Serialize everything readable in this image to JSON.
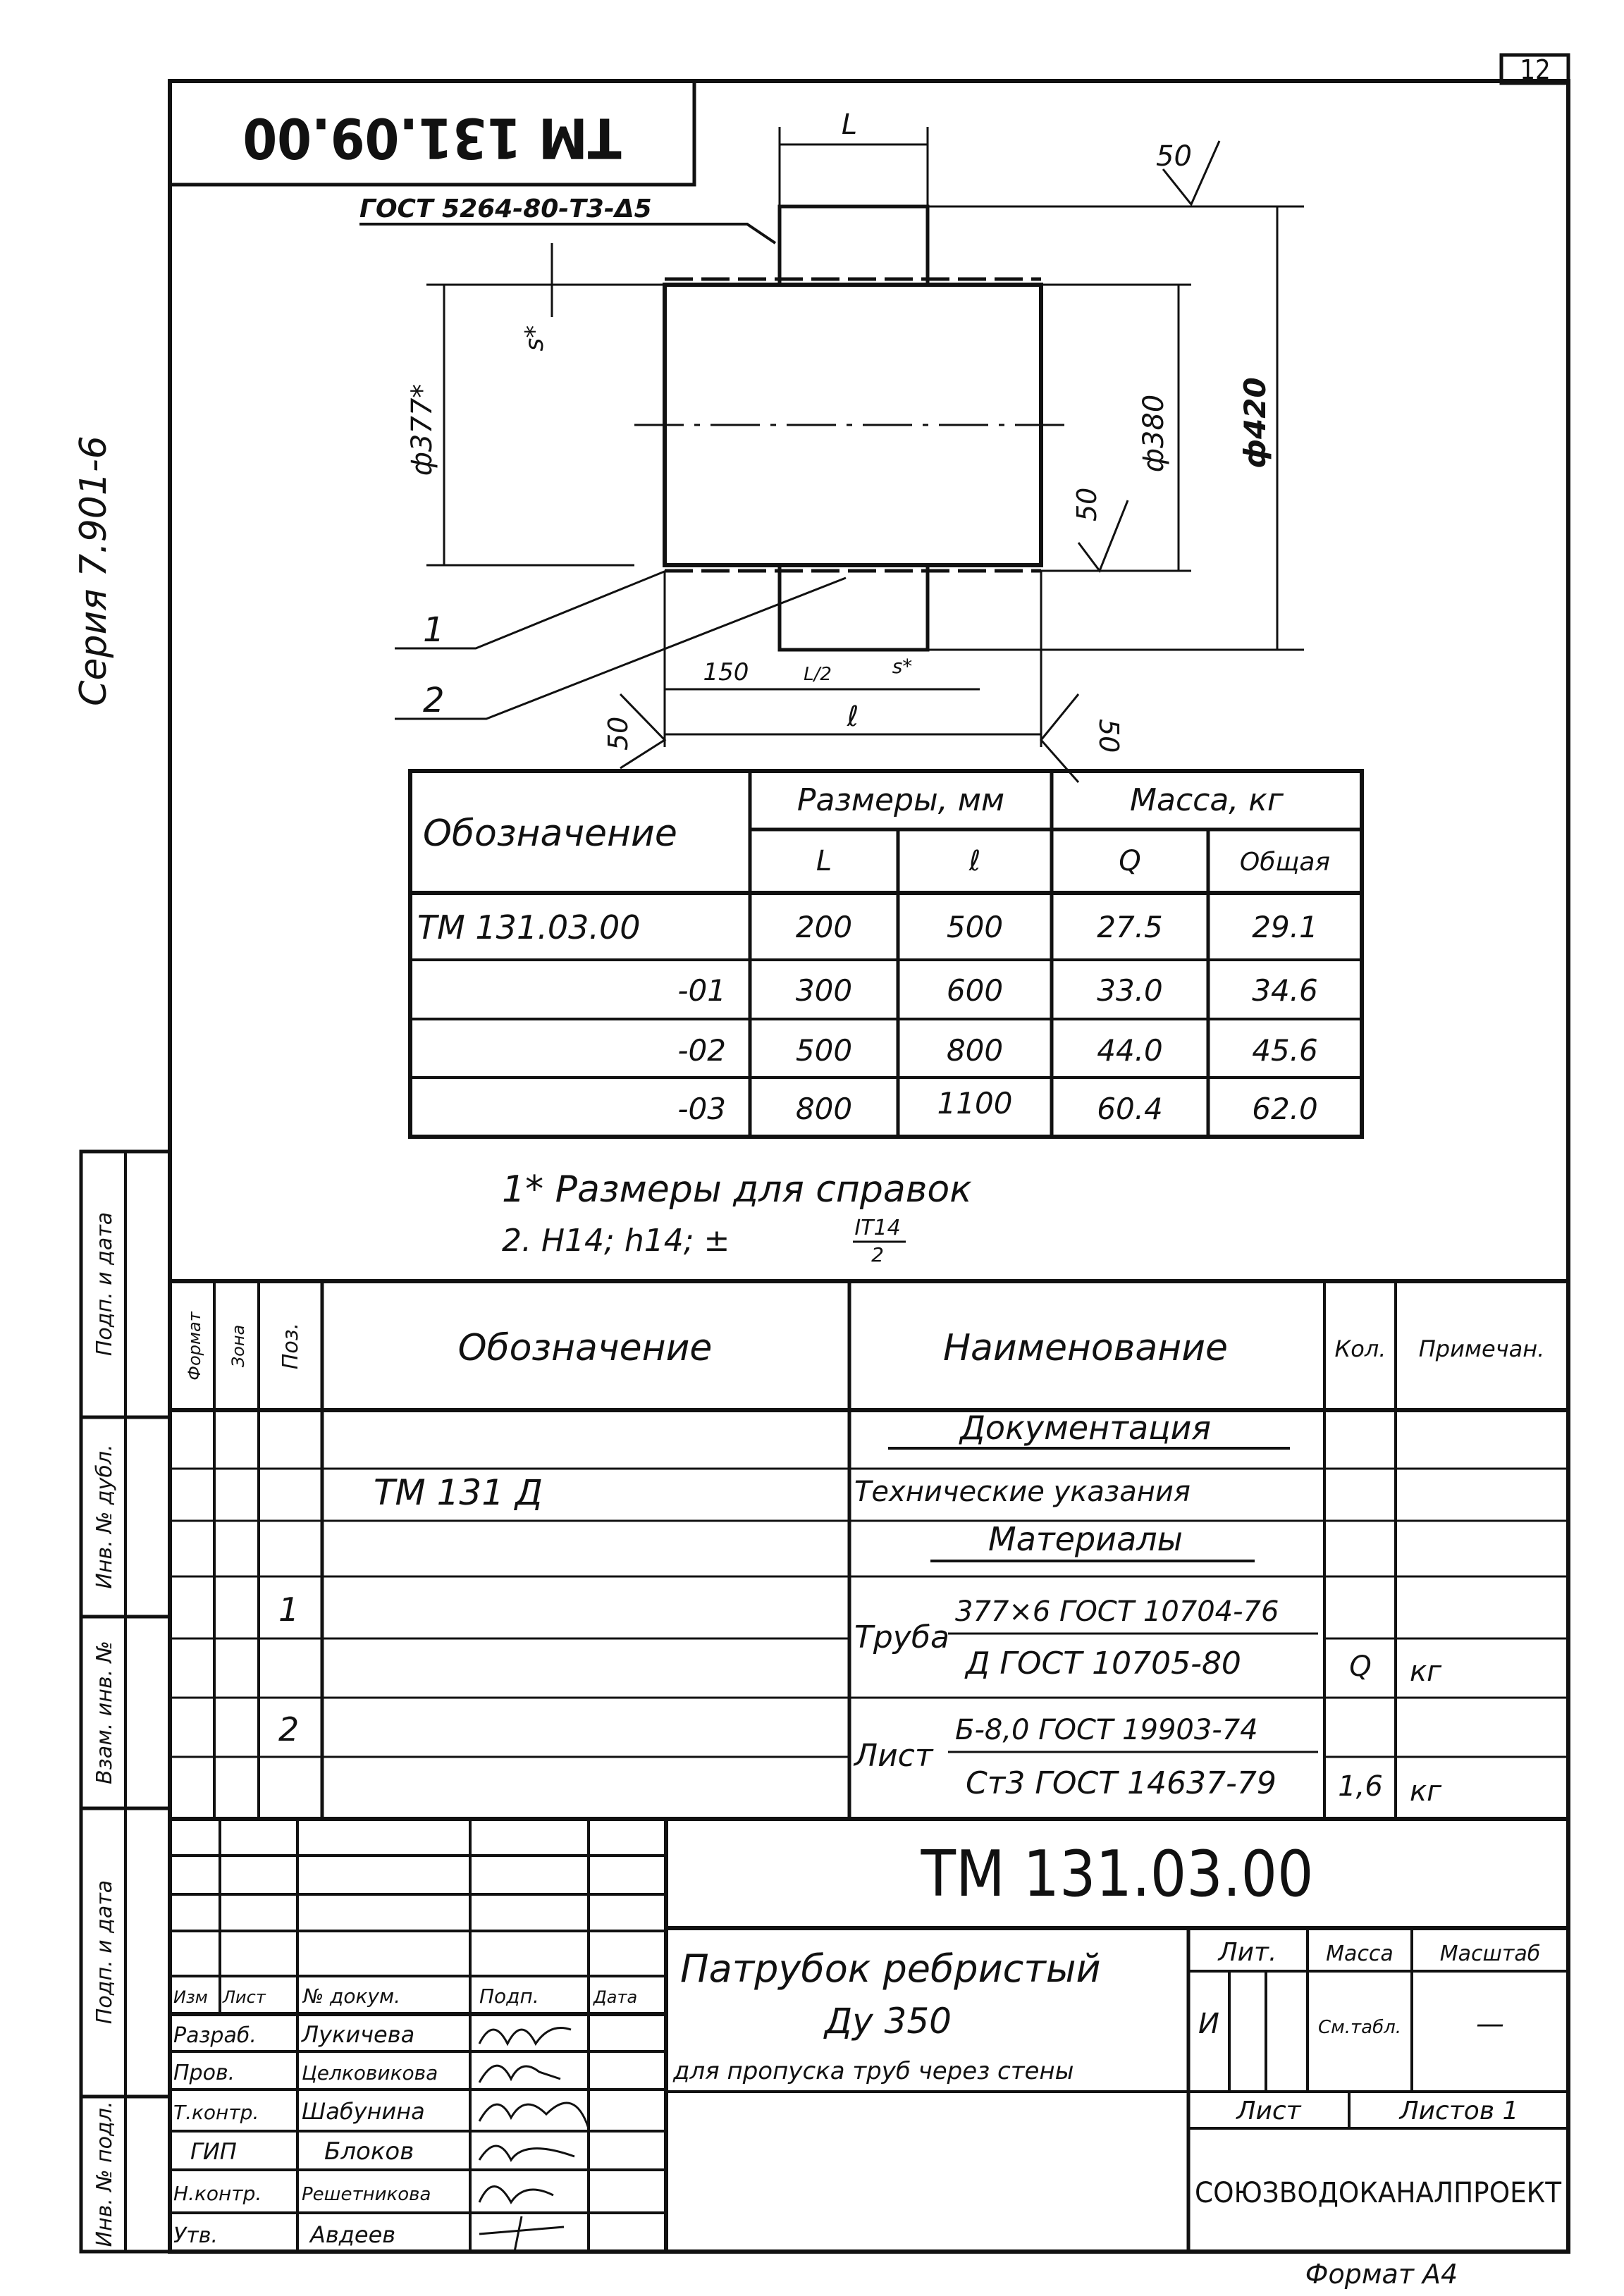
{
  "sheet_number": "12",
  "series": "Серия 7.901-6",
  "mirrored_stamp": "ТМ 131.09.00",
  "weld_note": "ГОСТ 5264-80-Т3-Δ5",
  "drawing": {
    "dim_L": "L",
    "dim_l": "ℓ",
    "dim_d377": "ф377*",
    "dim_d380": "ф380",
    "dim_d420": "ф420",
    "dim_s": "s*",
    "dim_150": "150",
    "dim_half": "L/2",
    "dim_s2": "s*",
    "roughness": [
      "50",
      "50",
      "50",
      "50"
    ],
    "pos_1": "1",
    "pos_2": "2"
  },
  "size_table": {
    "col_designation": "Обозначение",
    "group_sizes": "Размеры, мм",
    "group_mass": "Масса, кг",
    "sub_L": "L",
    "sub_l": "ℓ",
    "sub_Q": "Q",
    "sub_total": "Общая",
    "rows": [
      {
        "designation": "ТМ 131.03.00",
        "L": "200",
        "l": "500",
        "Q": "27.5",
        "total": "29.1"
      },
      {
        "designation": "-01",
        "L": "300",
        "l": "600",
        "Q": "33.0",
        "total": "34.6"
      },
      {
        "designation": "-02",
        "L": "500",
        "l": "800",
        "Q": "44.0",
        "total": "45.6"
      },
      {
        "designation": "-03",
        "L": "800",
        "l": "1100",
        "Q": "60.4",
        "total": "62.0"
      }
    ]
  },
  "notes": {
    "note1": "1* Размеры для справок",
    "note2_prefix": "2. H14; h14; ±",
    "note2_num": "IT14",
    "note2_den": "2"
  },
  "spec": {
    "headers": {
      "format": "Формат",
      "zone": "Зона",
      "pos": "Поз.",
      "designation": "Обозначение",
      "name": "Наименование",
      "qty": "Кол.",
      "note": "Примечан."
    },
    "section_docs": "Документация",
    "doc_designation": "ТМ 131 Д",
    "doc_name": "Технические указания",
    "section_materials": "Материалы",
    "item1": {
      "pos": "1",
      "name": "Труба",
      "line1": "377×6 ГОСТ 10704-76",
      "line2": "Д ГОСТ 10705-80",
      "qty": "Q",
      "unit": "кг"
    },
    "item2": {
      "pos": "2",
      "name": "Лист",
      "line1": "Б-8,0 ГОСТ 19903-74",
      "line2": "Ст3 ГОСТ 14637-79",
      "qty": "1,6",
      "unit": "кг"
    }
  },
  "side_strip": [
    "Подп. и дата",
    "Инв. № дубл.",
    "Взам. инв. №",
    "Подп. и дата",
    "Инв. № подл."
  ],
  "title_block": {
    "code": "ТМ 131.03.00",
    "title_line1": "Патрубок ребристый",
    "title_line2": "Ду 350",
    "title_line3": "для пропуска труб через стены",
    "hdr_izm": "Изм",
    "hdr_list": "Лист",
    "hdr_doc": "№ докум.",
    "hdr_sign": "Подп.",
    "hdr_date": "Дата",
    "roles": [
      {
        "role": "Разраб.",
        "name": "Лукичева"
      },
      {
        "role": "Пров.",
        "name": "Целковикова"
      },
      {
        "role": "Т.контр.",
        "name": "Шабунина"
      },
      {
        "role": "ГИП",
        "name": "Блоков"
      },
      {
        "role": "Н.контр.",
        "name": "Решетникова"
      },
      {
        "role": "Утв.",
        "name": "Авдеев"
      }
    ],
    "lit_label": "Лит.",
    "mass_label": "Масса",
    "scale_label": "Масштаб",
    "lit_value": "И",
    "mass_value": "См.табл.",
    "scale_value": "—",
    "sheet_label": "Лист",
    "sheets_label": "Листов 1",
    "organization": "СОЮЗВОДОКАНАЛПРОЕКТ"
  },
  "format": "Формат А4"
}
